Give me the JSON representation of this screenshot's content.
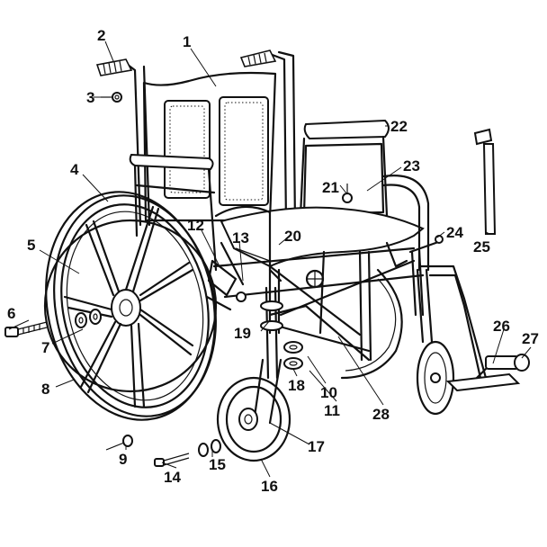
{
  "labels": [
    {
      "id": "c1",
      "text": "1"
    },
    {
      "id": "c2",
      "text": "2"
    },
    {
      "id": "c3",
      "text": "3"
    },
    {
      "id": "c4",
      "text": "4"
    },
    {
      "id": "c5",
      "text": "5"
    },
    {
      "id": "c6",
      "text": "6"
    },
    {
      "id": "c7",
      "text": "7"
    },
    {
      "id": "c8",
      "text": "8"
    },
    {
      "id": "c9",
      "text": "9"
    },
    {
      "id": "c10",
      "text": "10"
    },
    {
      "id": "c11",
      "text": "11"
    },
    {
      "id": "c12",
      "text": "12"
    },
    {
      "id": "c13",
      "text": "13"
    },
    {
      "id": "c14",
      "text": "14"
    },
    {
      "id": "c15",
      "text": "15"
    },
    {
      "id": "c16",
      "text": "16"
    },
    {
      "id": "c17",
      "text": "17"
    },
    {
      "id": "c18",
      "text": "18"
    },
    {
      "id": "c19",
      "text": "19"
    },
    {
      "id": "c20",
      "text": "20"
    },
    {
      "id": "c21",
      "text": "21"
    },
    {
      "id": "c22",
      "text": "22"
    },
    {
      "id": "c23",
      "text": "23"
    },
    {
      "id": "c24",
      "text": "24"
    },
    {
      "id": "c25",
      "text": "25"
    },
    {
      "id": "c26",
      "text": "26"
    },
    {
      "id": "c27",
      "text": "27"
    },
    {
      "id": "c28",
      "text": "28"
    }
  ]
}
